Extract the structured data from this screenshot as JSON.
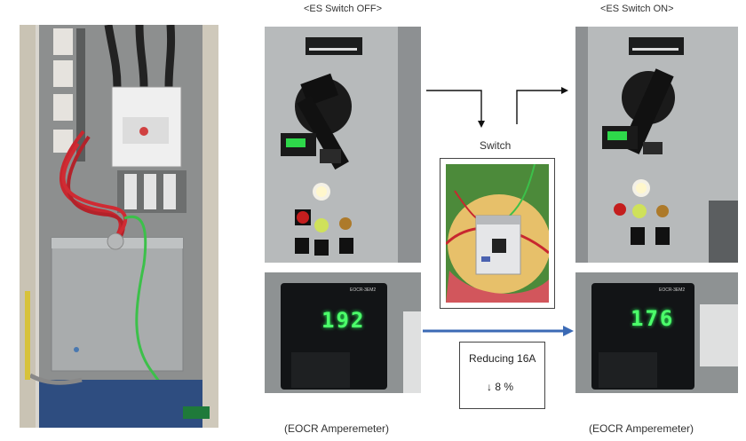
{
  "titles": {
    "off": "<ES Switch OFF>",
    "on": "<ES Switch ON>"
  },
  "switch_label": "Switch",
  "reduction": {
    "text": "Reducing 16A",
    "percent": "↓ 8 %"
  },
  "captions": {
    "left_meter": "(EOCR Amperemeter)",
    "right_meter": "(EOCR Amperemeter)"
  },
  "meter_readings": {
    "off": "192",
    "on": "176"
  },
  "panel_labels": {
    "off_display": "EOCR-3EM2",
    "on_display": "EOCR-3EM2"
  },
  "colors": {
    "arrow_blue": "#3b6ab5",
    "green_wire": "#3cc04a",
    "red_wire": "#c8272f",
    "panel_grey": "#b9bcbd"
  }
}
